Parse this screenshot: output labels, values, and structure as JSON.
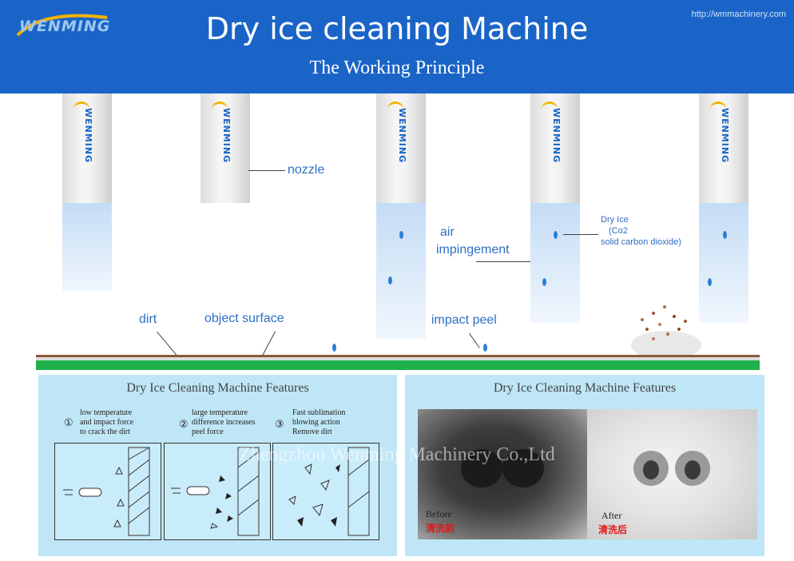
{
  "header": {
    "logo_text": "WENMING",
    "site_url": "http://wmmachinery.com",
    "title": "Dry ice cleaning Machine",
    "subtitle": "The Working Principle"
  },
  "nozzle_brand": "WENMING",
  "labels": {
    "nozzle": "nozzle",
    "air": "air",
    "impingement": "impingement",
    "dry_ice_line1": "Dry Ice",
    "dry_ice_line2": "(Co2",
    "dry_ice_line3": "solid carbon dioxide)",
    "dirt": "dirt",
    "object_surface": "object surface",
    "impact_peel": "impact peel"
  },
  "colors": {
    "header_blue": "#1a64c8",
    "label_blue": "#2e6fc4",
    "panel_blue": "#bfe6f6",
    "surface_green": "#1fb04a",
    "dirt_brown": "#8a5a3a"
  },
  "panel_left": {
    "title": "Dry Ice Cleaning Machine Features",
    "steps": [
      {
        "num": "①",
        "line1": "low temperature",
        "line2": "and impact force",
        "line3": "to crack the dirt"
      },
      {
        "num": "②",
        "line1": "large temperature",
        "line2": "difference increases",
        "line3": "peel force"
      },
      {
        "num": "③",
        "line1": "Fast sublimation",
        "line2": "blowing action",
        "line3": "Remove dirt"
      }
    ]
  },
  "panel_right": {
    "title": "Dry Ice Cleaning Machine Features",
    "before_en": "Before",
    "before_cn": "清洗前",
    "after_en": "After",
    "after_cn": "清洗后"
  },
  "watermark": "Zhengzhou Wenming Machinery Co.,Ltd"
}
